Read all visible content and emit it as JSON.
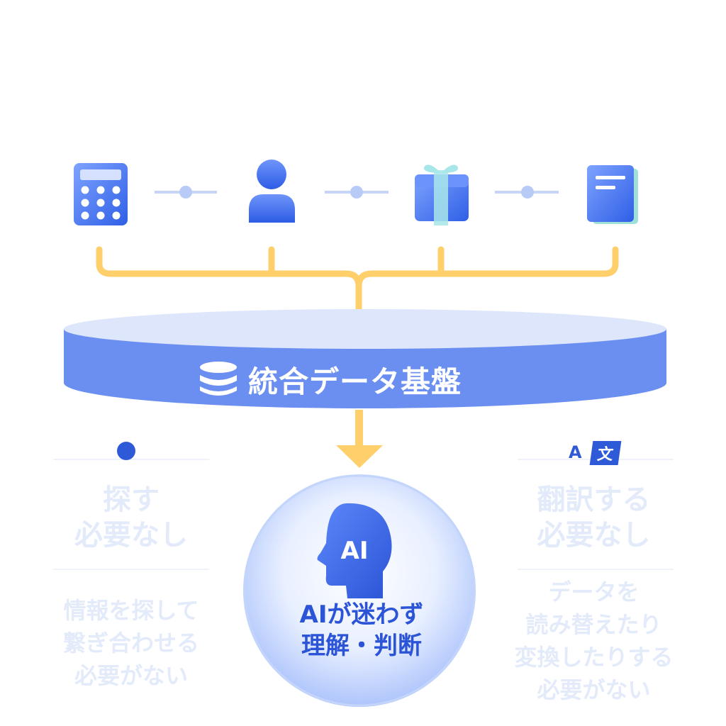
{
  "platform": {
    "label": "統合データ基盤"
  },
  "ai": {
    "badge": "AI",
    "line1": "AIが迷わず",
    "line2": "理解・判断"
  },
  "left": {
    "title1": "探す",
    "title2": "必要なし",
    "desc1": "情報を探して",
    "desc2": "繋ぎ合わせる",
    "desc3": "必要がない"
  },
  "right": {
    "icon_letter": "A",
    "icon_char": "文",
    "title1": "翻訳する",
    "title2": "必要なし",
    "desc1": "データを",
    "desc2": "読み替えたり",
    "desc3": "変換したりする",
    "desc4": "必要がない"
  },
  "colors": {
    "blue": "#4a78ee",
    "blue_dark": "#2b54d6",
    "platform_band": "#6b8ff1",
    "platform_top": "#dde6fb",
    "connector": "#c7d6f8",
    "bracket": "#ffcf6b",
    "faded_text": "#e3ebfa"
  },
  "icons": [
    "calculator-icon",
    "person-icon",
    "gift-icon",
    "document-icon",
    "database-icon",
    "ai-head-icon",
    "translate-icon"
  ]
}
